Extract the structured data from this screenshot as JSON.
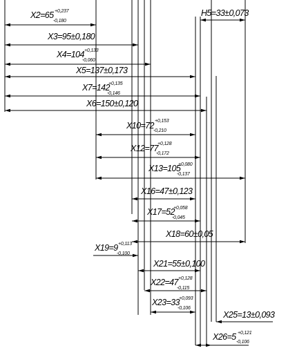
{
  "dimensions": [
    {
      "id": "x2",
      "main": "X2=65",
      "upper": "+0,237",
      "lower": "-0,180"
    },
    {
      "id": "h5",
      "main": "H5=33±0,073",
      "upper": "",
      "lower": ""
    },
    {
      "id": "x3",
      "main": "X3=95±0,180",
      "upper": "",
      "lower": ""
    },
    {
      "id": "x4",
      "main": "X4=104",
      "upper": "+0,133",
      "lower": "-0,060"
    },
    {
      "id": "x5",
      "main": "X5=137±0,173",
      "upper": "",
      "lower": ""
    },
    {
      "id": "x7",
      "main": "X7=142",
      "upper": "+0,135",
      "lower": "-0,146"
    },
    {
      "id": "x6",
      "main": "X6=150±0,120",
      "upper": "",
      "lower": ""
    },
    {
      "id": "x10",
      "main": "X10=72",
      "upper": "+0,153",
      "lower": "-0,210"
    },
    {
      "id": "x12",
      "main": "X12=77",
      "upper": "+0,128",
      "lower": "-0,172"
    },
    {
      "id": "x13",
      "main": "X13=105",
      "upper": "+0,080",
      "lower": "-0,137"
    },
    {
      "id": "x16",
      "main": "X16=47±0,123",
      "upper": "",
      "lower": ""
    },
    {
      "id": "x17",
      "main": "X17=52",
      "upper": "+0,058",
      "lower": "-0,045"
    },
    {
      "id": "x18",
      "main": "X18=60±0,05",
      "upper": "",
      "lower": ""
    },
    {
      "id": "x19",
      "main": "X19=9",
      "upper": "+0,113",
      "lower": "-0,100"
    },
    {
      "id": "x21",
      "main": "X21=55±0,100",
      "upper": "",
      "lower": ""
    },
    {
      "id": "x22",
      "main": "X22=47",
      "upper": "+0,128",
      "lower": "-0,115"
    },
    {
      "id": "x23",
      "main": "X23=33",
      "upper": "+0,093",
      "lower": "-0,106"
    },
    {
      "id": "x25",
      "main": "X25=13±0,093",
      "upper": "",
      "lower": ""
    },
    {
      "id": "x26",
      "main": "X26=5",
      "upper": "+0,121",
      "lower": "-0,106"
    }
  ]
}
